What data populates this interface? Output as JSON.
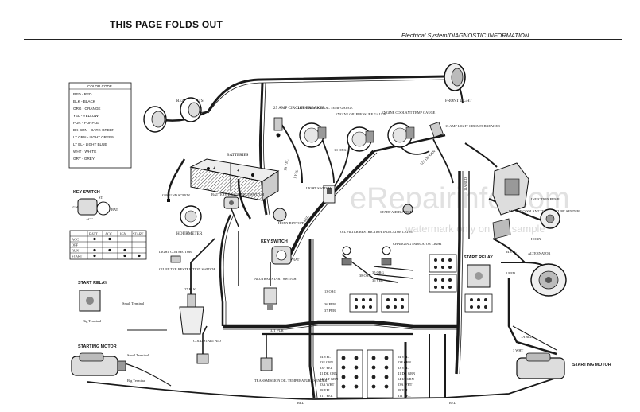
{
  "header": {
    "fold_title": "THIS PAGE FOLDS OUT",
    "section_title": "Electrical System/DIAGNOSTIC INFORMATION"
  },
  "color_code": {
    "title": "COLOR CODE",
    "rows": [
      "RED - RED",
      "BLK - BLACK",
      "ORG - ORANGE",
      "YEL - YELLOW",
      "PUR - PURPLE",
      "DK GRN - DARK GREEN",
      "LT GRN - LIGHT GREEN",
      "LT BL - LIGHT BLUE",
      "WHT - WHITE",
      "GRY - GREY"
    ]
  },
  "key_switch_table": {
    "headers": [
      "BATT",
      "ACC",
      "IGN",
      "START"
    ],
    "rows": [
      "ACC",
      "OFF",
      "RUN",
      "START"
    ]
  },
  "components": {
    "rear_lights": "REAR LIGHTS",
    "front_light": "FRONT LIGHT",
    "breaker_25a": "25 AMP CIRCUIT BREAKER",
    "trans_temp_gauge": "TRANSMISSION OIL TEMP GAUGE",
    "engine_oil_gauge": "ENGINE OIL PRESSURE GAUGE",
    "coolant_temp_gauge": "ENGINE COOLANT TEMP GAUGE",
    "breaker_15a": "15 AMP LIGHT CIRCUIT BREAKER",
    "batteries": "BATTERIES",
    "ground_screw": "GROUND SCREW",
    "battery_disconnect": "BATTERY DISCONNECT SWITCH",
    "hourmeter": "HOURMETER",
    "horn_button": "HORN BUTTON",
    "light_switch": "LIGHT SWITCH",
    "start_aid_button": "START AID BUTTON",
    "injection_pump": "INJECTION PUMP",
    "coolant_temp_sender": "ENGINE COOLANT TEMPERATURE SENDER",
    "horn": "HORN",
    "key_switch": "KEY SWITCH",
    "key_switch_left": "KEY SWITCH",
    "light_connector": "LIGHT CONNECTOR",
    "oil_filter_indicator": "OIL FILTER RESTRICTION INDICATOR LIGHT",
    "charging_indicator": "CHARGING INDICATOR LIGHT",
    "start_relay_right": "START RELAY",
    "alternator": "ALTERNATOR",
    "oil_filter_switch": "OIL FILTER RESTRICTION SWITCH",
    "neutral_start_switch": "NEUTRAL START SWITCH",
    "start_relay_left": "START RELAY",
    "small_terminal": "Small Terminal",
    "big_terminal": "Big Terminal",
    "starting_motor_left": "STARTING MOTOR",
    "small_terminal_2": "Small Terminal",
    "big_terminal_2": "Big Terminal",
    "cold_start_aid": "COLD START AID",
    "trans_temp_sender": "TRANSMISSION OIL TEMPERATURE SENDER",
    "starting_motor_right": "STARTING MOTOR"
  },
  "wire_labels": {
    "w1": "1B YEL",
    "w2": "1 YEL",
    "w3": "1C ORG",
    "w4": "22A DK GRN",
    "w5": "11A RED",
    "w6": "13 ORG",
    "w7": "3 RED",
    "w8": "38 ORG",
    "w9": "35 ORG",
    "w10": "36 YEL",
    "w11": "13 ORG",
    "w12": "36 PUR",
    "w13": "37 PUR",
    "w14": "32T PUR",
    "w15": "34 YEL",
    "w16": "2 RED",
    "w17": "1A RED",
    "w18": "3 WHT",
    "w19": "27 BLK",
    "w20": "24 YEL",
    "w21": "23F GRN",
    "w22": "33F YEL",
    "w23": "41 DK GRN",
    "w24": "14F LT GRN",
    "w25": "23A WHT",
    "w26": "28 YEL",
    "w27": "31T YEL",
    "w28": "RED",
    "w29": "24 YEL",
    "w30": "23F GRN",
    "w31": "33 YEL",
    "w32": "41 DK GRN",
    "w33": "14 LT GRN",
    "w34": "23A WHT",
    "w35": "28 YEL",
    "w36": "31T YEL",
    "w37": "RED"
  },
  "ks_terms": {
    "bat": "BAT",
    "acc": "ACC",
    "ign": "IGN",
    "st": "ST"
  },
  "watermark": {
    "main": "eRepairinfo.com",
    "sub": "watermark only on this sample"
  }
}
